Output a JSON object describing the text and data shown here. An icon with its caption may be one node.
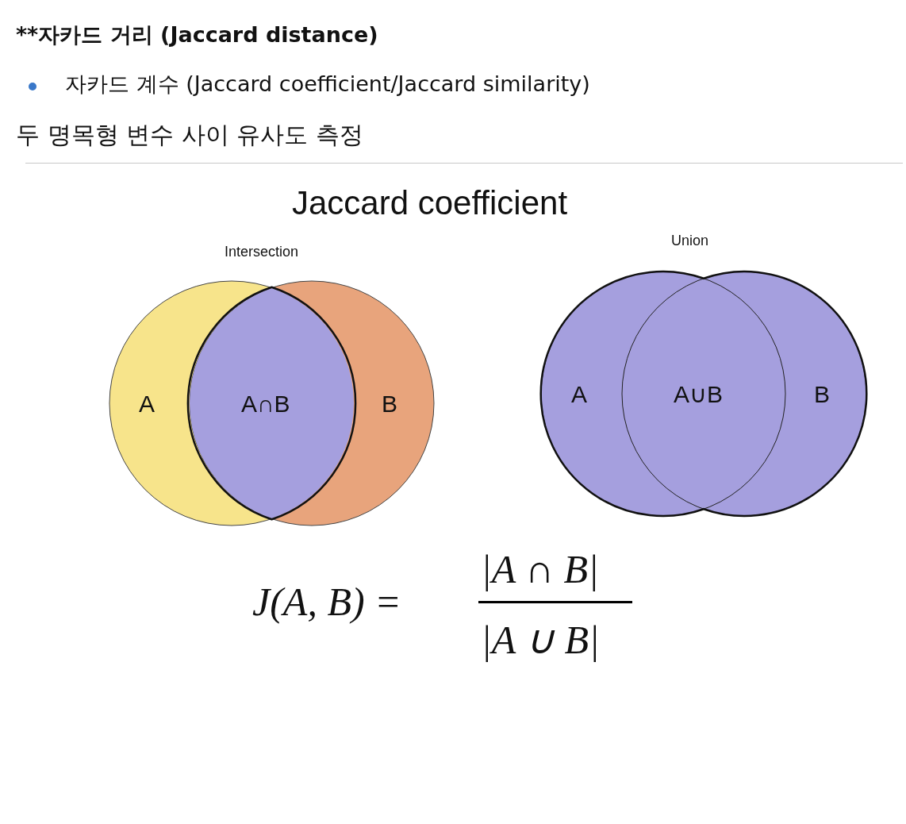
{
  "diagram": {
    "title": "**자카드 거리 (Jaccard distance)",
    "labels": [
      "자카드 계수 (Jaccard coefficient/Jaccard similarity)",
      "두 명목형 변수 사이 유사도 측정",
      "Jaccard coefficient",
      "Intersection",
      "Union",
      "A",
      "A∩B",
      "B",
      "A",
      "A∪B",
      "B",
      "J(A, B) =",
      "|A ∩ B|",
      "|A ∪ B|"
    ]
  }
}
